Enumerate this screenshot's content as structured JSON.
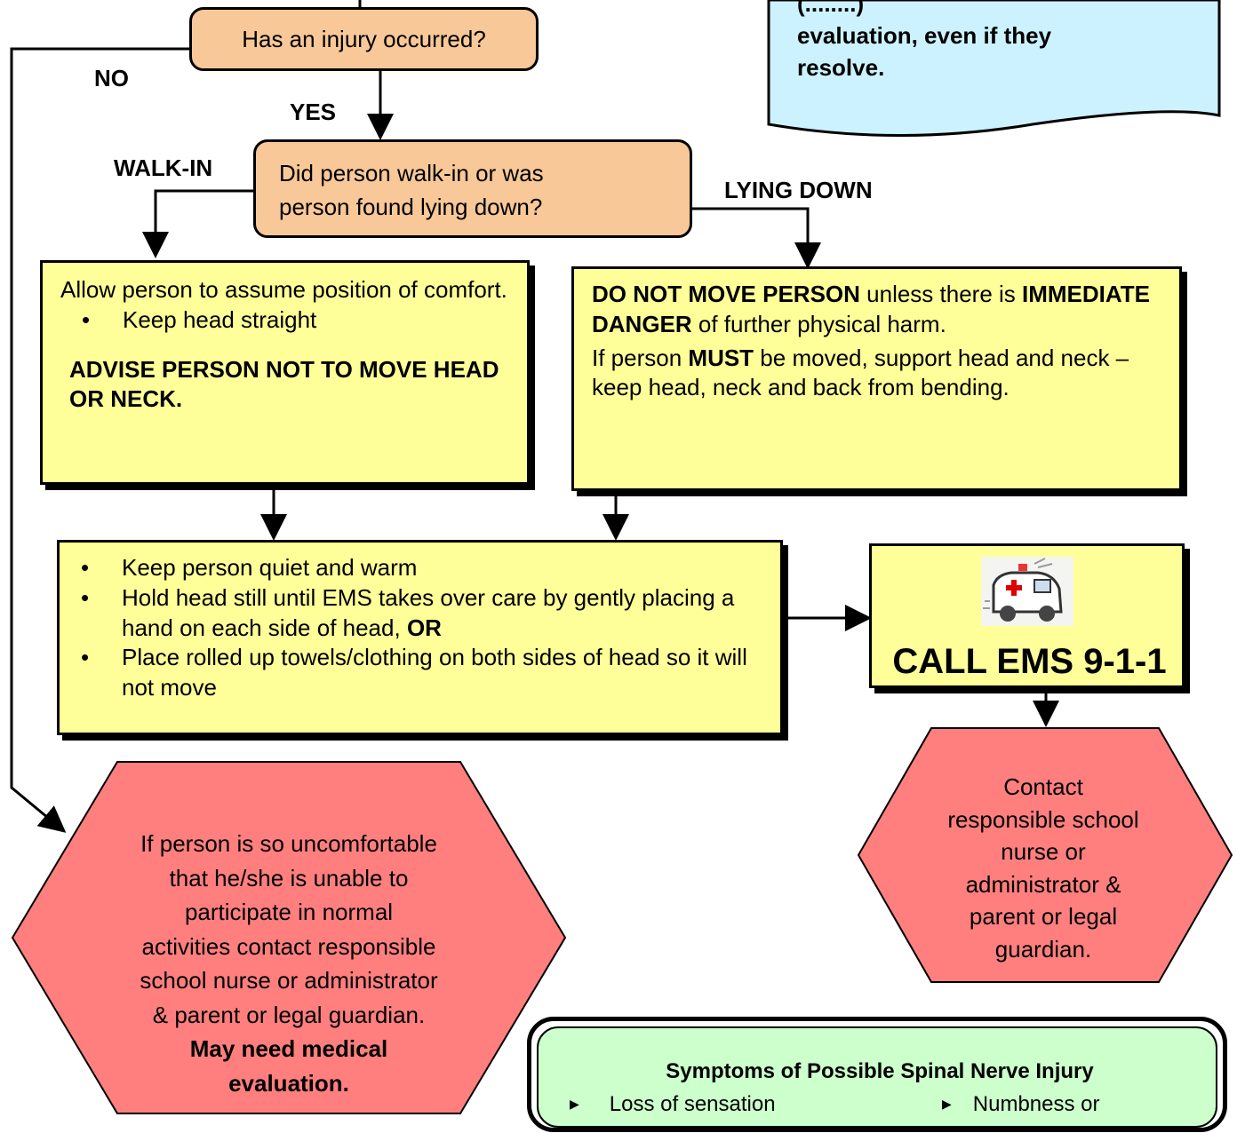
{
  "note_box": {
    "line1": "(........)",
    "line2": "evaluation, even if they",
    "line3": "resolve."
  },
  "q1": {
    "text": "Has an injury occurred?"
  },
  "labels": {
    "no": "NO",
    "yes": "YES",
    "walk_in": "WALK-IN",
    "lying_down": "LYING DOWN"
  },
  "q2": {
    "line1": "Did person walk-in or was",
    "line2": "person found lying down?"
  },
  "walkin_box": {
    "line1": "Allow person to assume position of comfort.",
    "bullet": "Keep head straight",
    "advise": "ADVISE PERSON NOT TO MOVE HEAD OR NECK."
  },
  "lying_box": {
    "p1_bold": "DO NOT MOVE PERSON",
    "p1_rest": " unless there is ",
    "p1_bold2": "IMMEDIATE DANGER",
    "p1_rest2": " of further physical harm.",
    "p2_a": "If person ",
    "p2_bold": "MUST",
    "p2_b": " be moved, support head and neck – keep head, neck and back from bending."
  },
  "care_box": {
    "b1": "Keep person quiet and warm",
    "b2": "Hold head still until EMS takes over care by gently placing a hand on each side of head, ",
    "b2_bold": "OR",
    "b3": "Place rolled up towels/clothing on both sides of head so it will not move"
  },
  "ems_box": {
    "label": "CALL EMS 9-1-1",
    "icon": "ambulance-icon"
  },
  "contact_hex": {
    "lines": [
      "Contact",
      "responsible school",
      "nurse or",
      "administrator &",
      "parent or legal",
      "guardian."
    ]
  },
  "uncomfortable_hex": {
    "lines": [
      "If person is so uncomfortable",
      "that he/she is unable to",
      "participate in normal",
      "activities contact responsible",
      "school nurse or administrator",
      "& parent or legal guardian."
    ],
    "bold1": "May need medical",
    "bold2": "evaluation."
  },
  "symptoms_box": {
    "title": "Symptoms of Possible Spinal Nerve Injury",
    "item1": "Loss of sensation",
    "item2": "Numbness or"
  },
  "colors": {
    "orange": "#f8c898",
    "yellow": "#ffff99",
    "red_hex": "#ff7f7f",
    "blue_note": "#ccf2ff",
    "green": "#ccffcc"
  }
}
